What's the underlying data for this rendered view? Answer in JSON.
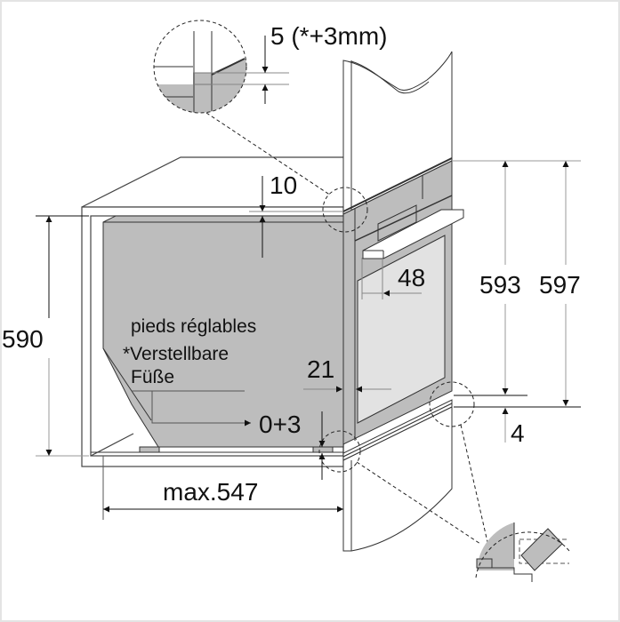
{
  "diagram": {
    "type": "oven-installation-dimensions",
    "colors": {
      "line": "#1a1a1a",
      "dim_line": "#9a9a9a",
      "fill_grey": "#bdbdbd",
      "fill_light": "#e2e2e2",
      "background": "#ffffff",
      "border": "#e4e4e4"
    },
    "dimensions": {
      "top_gap": "5 (*+3mm)",
      "top_clearance": "10",
      "niche_height": "590",
      "handle_depth": "48",
      "oven_height_1": "593",
      "oven_height_2": "597",
      "front_offset": "21",
      "feet_adjust": "0+3",
      "bottom_gap": "4",
      "max_depth": "max.547"
    },
    "notes": {
      "line1": "pieds réglables",
      "line2": "*Verstellbare",
      "line3": "Füße"
    }
  }
}
